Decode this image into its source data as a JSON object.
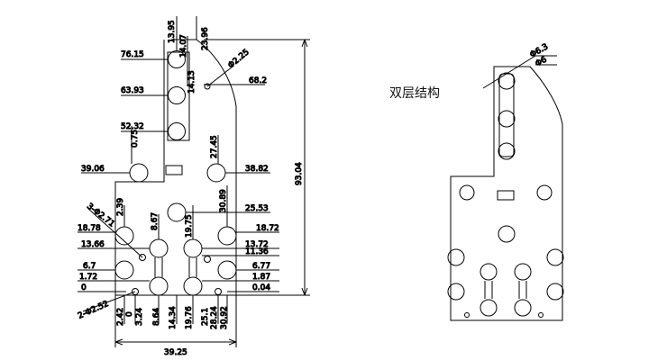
{
  "left_drawing": {
    "dims_top_vertical": [
      "13.95",
      "14.07",
      "23.96",
      "14.13"
    ],
    "hole_small": "Φ2.25",
    "dim_68_2": "68.2",
    "dim_76_15": "76.15",
    "dim_63_93": "63.93",
    "dim_52_32": "52.32",
    "dim_0_75": "0.75",
    "dim_27_45": "27.45",
    "dim_39_06": "39.06",
    "dim_38_82": "38.82",
    "dim_30_89": "30.89",
    "dim_25_53": "25.53",
    "dim_19_75": "19.75",
    "dim_8_67": "8.67",
    "dim_2_39": "2.39",
    "dim_3_phi": "3-Φ2.71",
    "dim_18_78": "18.78",
    "dim_18_72": "18.72",
    "dim_13_66": "13.66",
    "dim_13_72": "13.72",
    "dim_11_36": "11.36",
    "dim_6_7": "6.7",
    "dim_6_77": "6.77",
    "dim_1_72": "1.72",
    "dim_1_87": "1.87",
    "dim_0": "0",
    "dim_0_04": "0.04",
    "dim_2_phi": "2-Φ2.52",
    "bottom_vertical": [
      "2.42",
      "0",
      "3.24",
      "8.64",
      "14.34",
      "19.76",
      "25.1",
      "28.24",
      "30.92"
    ],
    "dim_93_04": "93.04",
    "dim_39_25": "39.25"
  },
  "right_drawing": {
    "title": "双层结构",
    "dim_phi_6_3": "Φ6.3",
    "dim_phi_6": "Φ6"
  }
}
